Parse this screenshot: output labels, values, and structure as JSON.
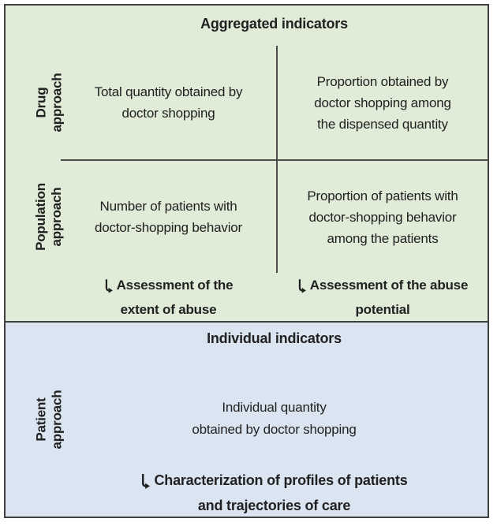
{
  "figure": {
    "aggregated": {
      "title": "Aggregated indicators",
      "rows": [
        {
          "label": [
            "Drug",
            "approach"
          ],
          "cells": [
            [
              "Total quantity obtained by",
              "doctor shopping"
            ],
            [
              "Proportion obtained by",
              "doctor shopping among",
              "the dispensed quantity"
            ]
          ]
        },
        {
          "label": [
            "Population",
            "approach"
          ],
          "cells": [
            [
              "Number of patients with",
              "doctor-shopping behavior"
            ],
            [
              "Proportion of patients with",
              "doctor-shopping behavior",
              "among the patients"
            ]
          ]
        }
      ],
      "assessments": [
        {
          "line1": "Assessment of the",
          "line2": "extent of abuse"
        },
        {
          "line1": "Assessment of the abuse",
          "line2": "potential"
        }
      ]
    },
    "individual": {
      "title": "Individual indicators",
      "label": [
        "Patient",
        "approach"
      ],
      "cell": [
        "Individual quantity",
        "obtained by doctor shopping"
      ],
      "note": {
        "line1": "Characterization of profiles of patients",
        "line2": "and trajectories of care"
      }
    },
    "colors": {
      "aggregated_background": "#e0ebd8",
      "individual_background": "#dbe5f2",
      "border": "#3f3f3f",
      "divider": "#4a4a4a",
      "text": "#212121"
    }
  }
}
